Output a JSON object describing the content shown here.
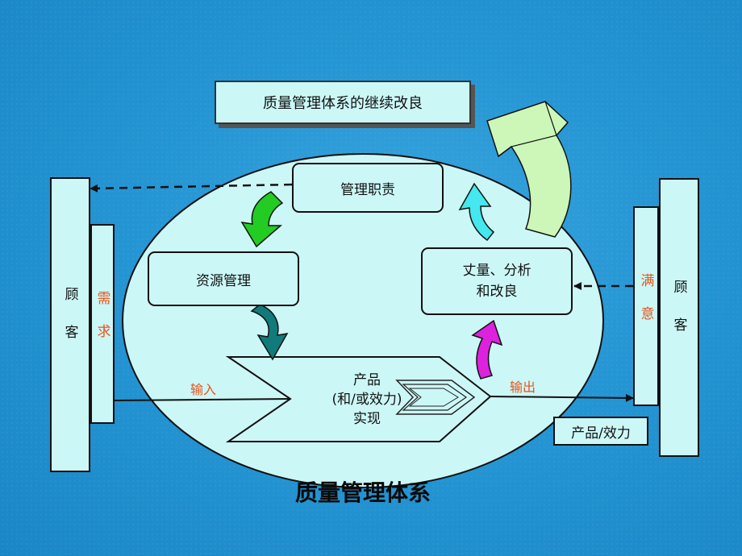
{
  "top_box": "质量管理体系的继续改良",
  "customer_left": "顾客",
  "customer_right": "顾客",
  "needs": "需求",
  "satisfaction": "满意",
  "management_duty": "管理职责",
  "resource_management": "资源管理",
  "measure_analysis_line1": "丈量、分析",
  "measure_analysis_line2": "和改良",
  "product_line1": "产品",
  "product_line2": "(和/或效力)",
  "product_line3": "实现",
  "input_label": "输入",
  "output_label": "输出",
  "product_output": "产品/效力",
  "main_title": "质量管理体系",
  "colors": {
    "box_fill": "#ccf7f7",
    "arrow_green": "#22cc22",
    "arrow_teal": "#117a7a",
    "arrow_magenta": "#dd22dd",
    "arrow_cyan": "#44e8ee",
    "arrow_light_green": "#ccf7b8",
    "label_orange": "#e8541a"
  }
}
